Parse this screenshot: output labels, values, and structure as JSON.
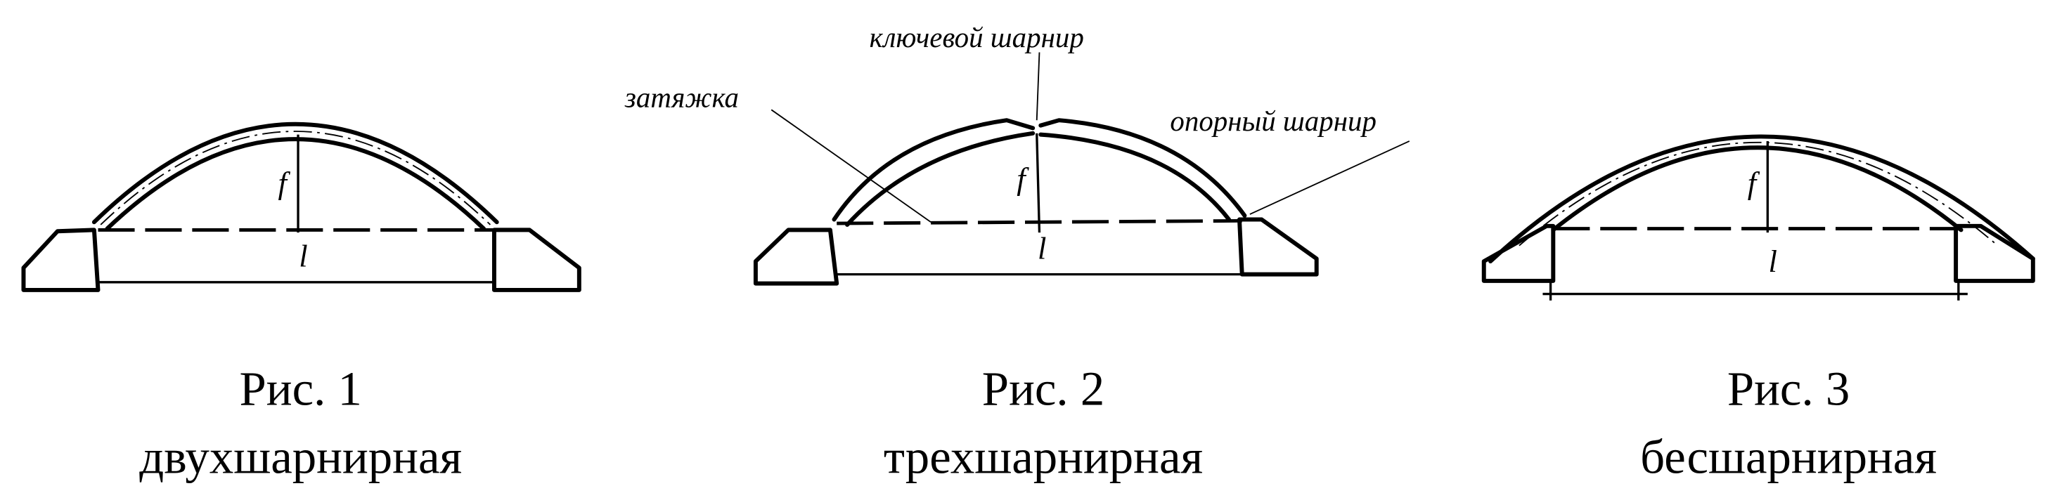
{
  "figures": [
    {
      "caption": "Рис. 1",
      "type": "двухшарнирная",
      "symbols": {
        "rise": "f",
        "span": "l"
      }
    },
    {
      "caption": "Рис. 2",
      "type": "трехшарнирная",
      "symbols": {
        "rise": "f",
        "span": "l"
      },
      "labels": {
        "key_hinge": "ключевой шарнир",
        "tie": "затяжка",
        "support_hinge": "опорный шарнир"
      }
    },
    {
      "caption": "Рис. 3",
      "type": "бесшарнирная",
      "symbols": {
        "rise": "f",
        "span": "l"
      }
    }
  ]
}
